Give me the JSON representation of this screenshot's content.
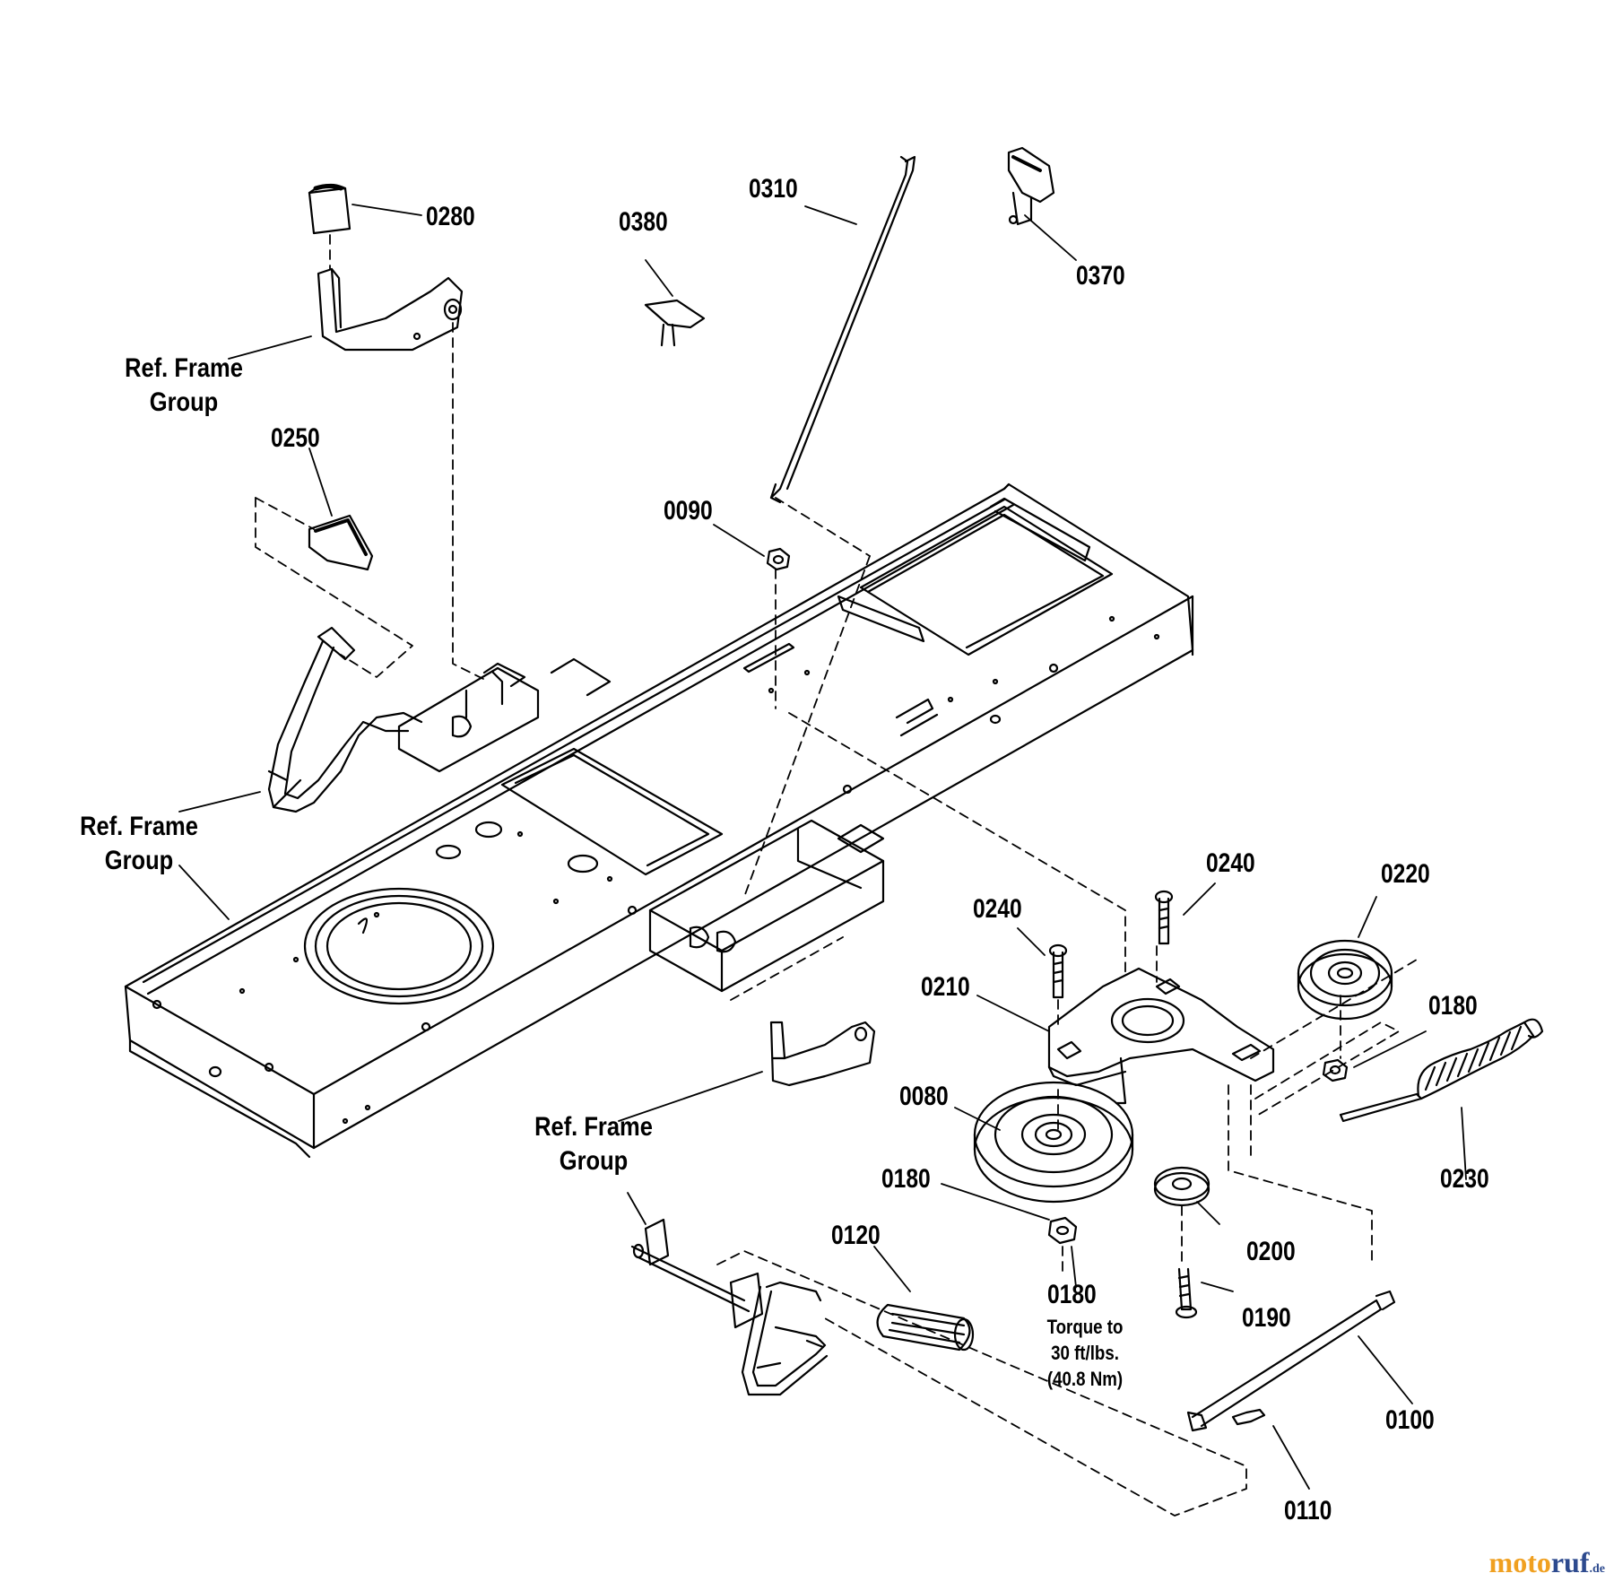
{
  "labels": {
    "p0280": "0280",
    "p0380": "0380",
    "p0310": "0310",
    "p0370": "0370",
    "p0250": "0250",
    "p0090": "0090",
    "p0240a": "0240",
    "p0240b": "0240",
    "p0220": "0220",
    "p0210": "0210",
    "p0180a": "0180",
    "p0080": "0080",
    "p0180b": "0180",
    "p0200": "0200",
    "p0230": "0230",
    "p0120": "0120",
    "p0180c": "0180",
    "p0190": "0190",
    "p0100": "0100",
    "p0110": "0110",
    "ref_frame_1": "Ref. Frame\nGroup",
    "ref_frame_2": "Ref. Frame\nGroup",
    "ref_frame_3": "Ref. Frame\nGroup",
    "torque_note": "Torque to\n30 ft/lbs.\n(40.8 Nm)"
  },
  "watermark": {
    "part_a": "moto",
    "part_b": "ruf",
    "tld": ".de"
  }
}
